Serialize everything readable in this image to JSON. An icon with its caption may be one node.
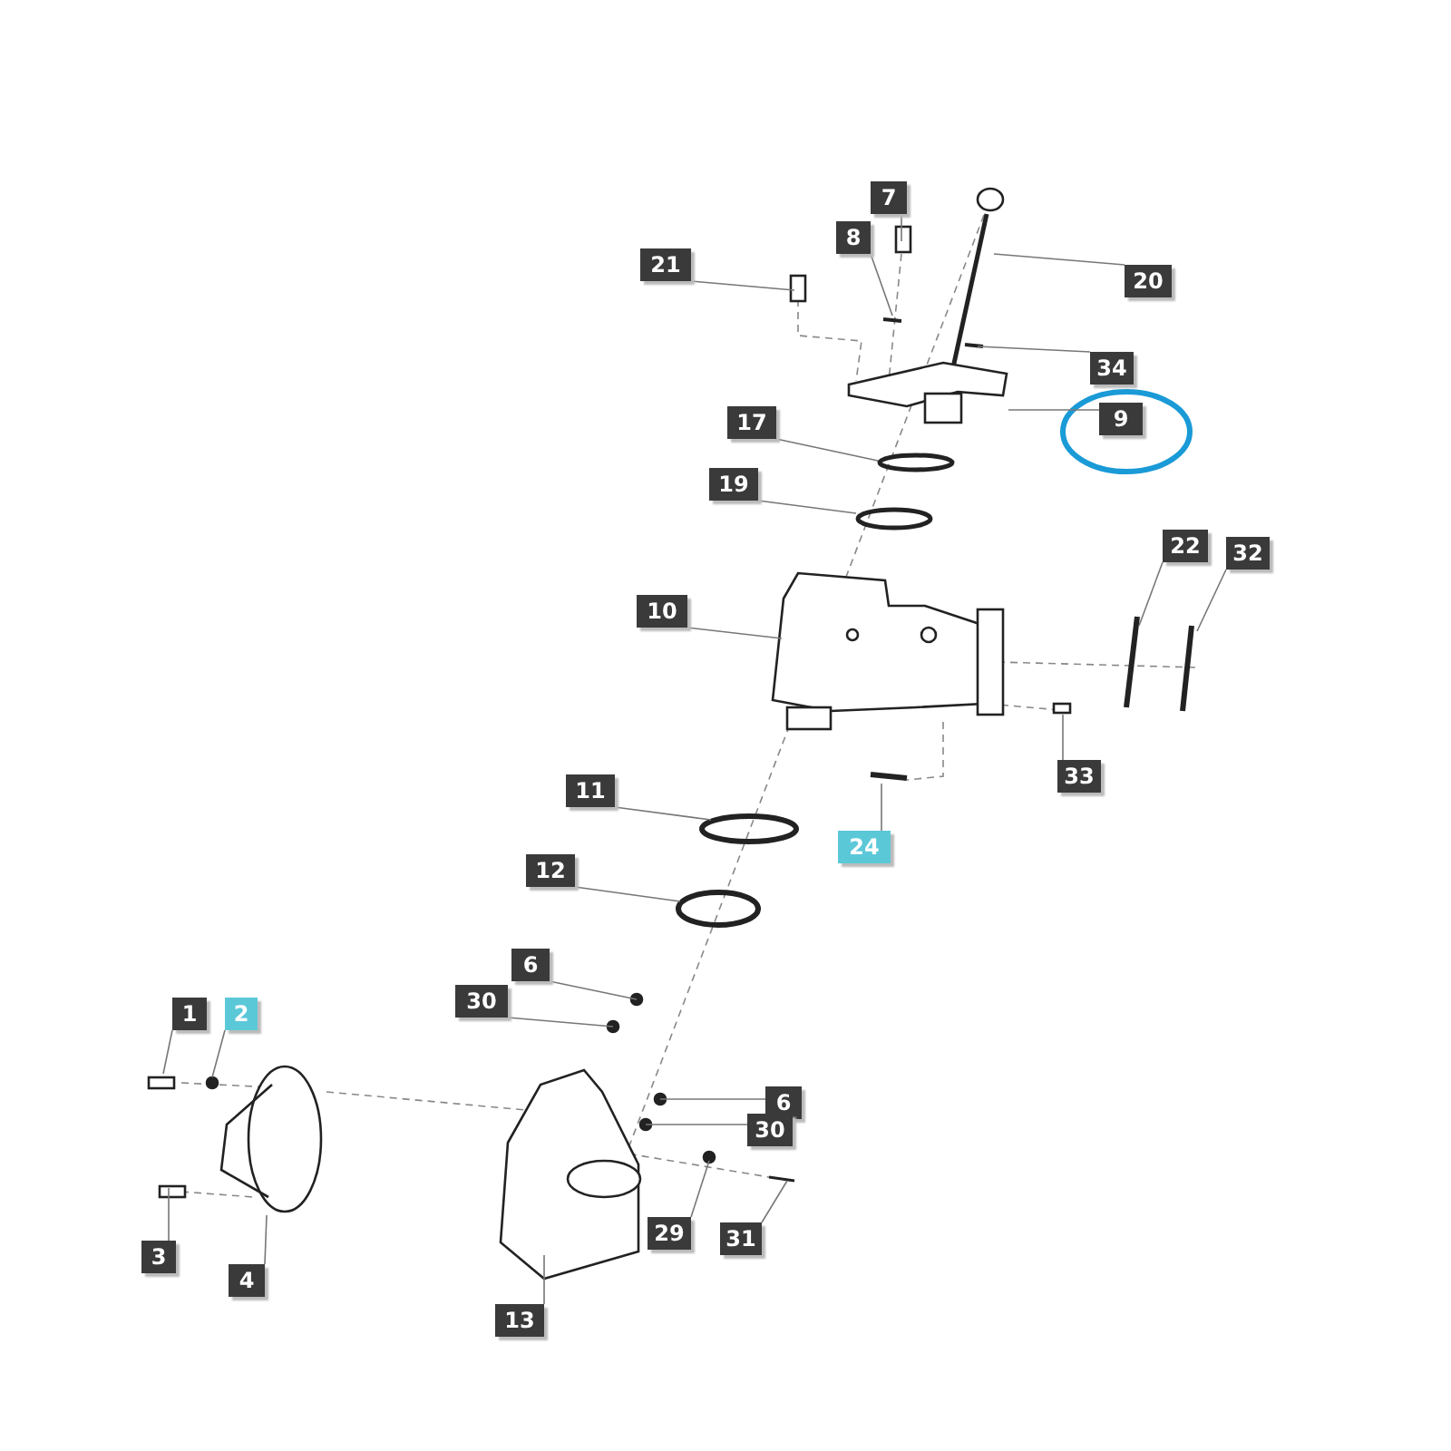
{
  "diagram": {
    "nodes": [
      {
        "text": [
          "7"
        ]
      },
      {
        "text": [
          "8"
        ]
      },
      {
        "text": [
          "21"
        ]
      },
      {
        "text": [
          "20"
        ]
      },
      {
        "text": [
          "34"
        ]
      },
      {
        "text": [
          "9"
        ]
      },
      {
        "text": [
          "17"
        ]
      },
      {
        "text": [
          "19"
        ]
      },
      {
        "text": [
          "22"
        ]
      },
      {
        "text": [
          "32"
        ]
      },
      {
        "text": [
          "10"
        ]
      },
      {
        "text": [
          "33"
        ]
      },
      {
        "text": [
          "24"
        ]
      },
      {
        "text": [
          "11"
        ]
      },
      {
        "text": [
          "12"
        ]
      },
      {
        "text": [
          "6"
        ]
      },
      {
        "text": [
          "30"
        ]
      },
      {
        "text": [
          "1"
        ]
      },
      {
        "text": [
          "2"
        ]
      },
      {
        "text": [
          "6"
        ]
      },
      {
        "text": [
          "30"
        ]
      },
      {
        "text": [
          "3"
        ]
      },
      {
        "text": [
          "29"
        ]
      },
      {
        "text": [
          "31"
        ]
      },
      {
        "text": [
          "4"
        ]
      },
      {
        "text": [
          "13"
        ]
      }
    ],
    "edges": [
      {
        "from": 0,
        "to": null,
        "arrow": "none"
      },
      {
        "from": 1,
        "to": null,
        "arrow": "none"
      },
      {
        "from": 2,
        "to": null,
        "arrow": "none"
      },
      {
        "from": 3,
        "to": null,
        "arrow": "none"
      },
      {
        "from": 4,
        "to": null,
        "arrow": "none"
      },
      {
        "from": 5,
        "to": null,
        "arrow": "none"
      },
      {
        "from": 6,
        "to": null,
        "arrow": "none"
      },
      {
        "from": 7,
        "to": null,
        "arrow": "none"
      },
      {
        "from": 8,
        "to": null,
        "arrow": "none"
      },
      {
        "from": 9,
        "to": null,
        "arrow": "none"
      },
      {
        "from": 10,
        "to": null,
        "arrow": "none"
      },
      {
        "from": 11,
        "to": null,
        "arrow": "none"
      },
      {
        "from": 12,
        "to": null,
        "arrow": "none"
      },
      {
        "from": 13,
        "to": null,
        "arrow": "none"
      },
      {
        "from": 14,
        "to": null,
        "arrow": "none"
      },
      {
        "from": 15,
        "to": null,
        "arrow": "none"
      },
      {
        "from": 16,
        "to": null,
        "arrow": "none"
      },
      {
        "from": 17,
        "to": null,
        "arrow": "none"
      },
      {
        "from": 18,
        "to": null,
        "arrow": "none"
      },
      {
        "from": 19,
        "to": null,
        "arrow": "none"
      },
      {
        "from": 20,
        "to": null,
        "arrow": "none"
      },
      {
        "from": 21,
        "to": null,
        "arrow": "none"
      },
      {
        "from": 22,
        "to": null,
        "arrow": "none"
      },
      {
        "from": 23,
        "to": null,
        "arrow": "none"
      },
      {
        "from": 24,
        "to": null,
        "arrow": "none"
      },
      {
        "from": 25,
        "to": null,
        "arrow": "none"
      }
    ]
  }
}
